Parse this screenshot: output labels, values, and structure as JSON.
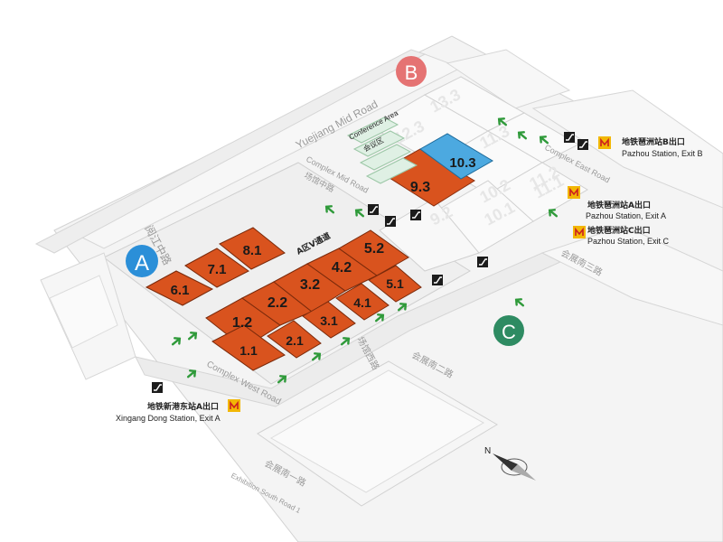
{
  "zones": [
    {
      "id": "A",
      "label": "A",
      "color": "#2b8fd8"
    },
    {
      "id": "B",
      "label": "B",
      "color": "#e57373"
    },
    {
      "id": "C",
      "label": "C",
      "color": "#2e8b62"
    }
  ],
  "halls": {
    "area_a": [
      "6.1",
      "7.1",
      "8.1",
      "1.2",
      "2.2",
      "3.2",
      "4.2",
      "5.2",
      "1.1",
      "2.1",
      "3.1",
      "4.1",
      "5.1"
    ],
    "highlight_orange": "9.3",
    "highlight_blue": "10.3",
    "area_b_faint": [
      "13.3",
      "12.3",
      "11.3",
      "10.2",
      "11.2",
      "9.2",
      "10.1",
      "11.1"
    ]
  },
  "corridor_label": "A区V通道",
  "roads": {
    "yuejiang_mid_road": "Yuejiang Mid Road",
    "yuejiang_mid_road_cn": "阅江中路",
    "complex_mid_road": "Complex Mid Road",
    "complex_mid_road_cn": "场馆中路",
    "complex_east_road": "Complex East Road",
    "complex_west_road": "Complex West Road",
    "complex_west_road_cn": "场馆西路",
    "exhibition_south_road_1": "Exhibition South Road 1",
    "exhibition_south_road_1_cn": "会展南一路",
    "exhibition_south_road_2_cn": "会展南二路",
    "exhibition_south_road_3_cn": "会展南三路",
    "conference_area": "Conference Area",
    "conference_area_cn": "会议区"
  },
  "metro_exits": [
    {
      "cn": "地铁新港东站A出口",
      "en": "Xingang Dong Station, Exit A"
    },
    {
      "cn": "地铁琶洲站B出口",
      "en": "Pazhou Station, Exit B"
    },
    {
      "cn": "地铁琶洲站A出口",
      "en": "Pazhou Station, Exit A"
    },
    {
      "cn": "地铁琶洲站C出口",
      "en": "Pazhou Station, Exit C"
    }
  ],
  "compass_label": "N",
  "colors": {
    "hall_orange": "#d9531e",
    "hall_blue": "#4ca9e0",
    "entrance_green": "#2f9a3a",
    "metro_red": "#cc1f1f",
    "metro_yellow": "#f2b705",
    "road_grey": "#f2f2f2"
  },
  "icons": [
    "entrance-arrow-icon",
    "escalator-icon",
    "metro-logo-icon",
    "compass-icon"
  ]
}
